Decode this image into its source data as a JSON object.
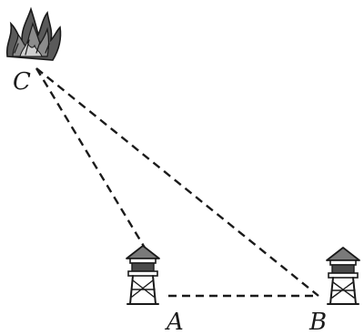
{
  "points": {
    "C": {
      "label": "C"
    },
    "A": {
      "label": "A"
    },
    "B": {
      "label": "B"
    }
  },
  "icons": {
    "fire": "fire-icon",
    "tower_a": "watchtower-icon",
    "tower_b": "watchtower-icon"
  },
  "colors": {
    "ink": "#1a1a1a",
    "background": "#ffffff"
  }
}
